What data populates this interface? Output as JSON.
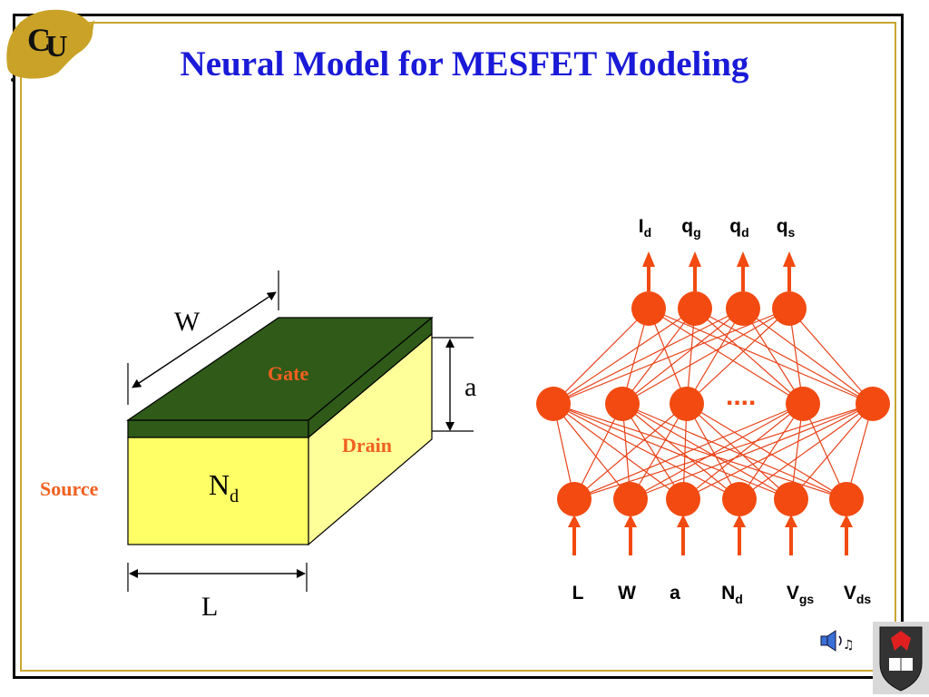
{
  "slide": {
    "title": "Neural Model for MESFET Modeling"
  },
  "device": {
    "w_label": "W",
    "l_label": "L",
    "a_label": "a",
    "gate_label": "Gate",
    "drain_label": "Drain",
    "source_label": "Source",
    "nd_main": "N",
    "nd_sub": "d"
  },
  "network": {
    "outputs": [
      {
        "main": "I",
        "sub": "d"
      },
      {
        "main": "q",
        "sub": "g"
      },
      {
        "main": "q",
        "sub": "d"
      },
      {
        "main": "q",
        "sub": "s"
      }
    ],
    "inputs": [
      {
        "main": "L",
        "sub": ""
      },
      {
        "main": "W",
        "sub": ""
      },
      {
        "main": "a",
        "sub": ""
      },
      {
        "main": "N",
        "sub": "d"
      },
      {
        "main": "V",
        "sub": "gs"
      },
      {
        "main": "V",
        "sub": "ds"
      }
    ],
    "hidden_ellipsis": "....",
    "node_color": "#f24a10",
    "line_color": "#e8431a"
  },
  "colors": {
    "title": "#1a1ad8",
    "gate_top": "#2f5a18",
    "body_front": "#ffff66",
    "body_side": "#ffff99",
    "label_orange": "#f06020",
    "frame_gold": "#c8a630"
  },
  "icons": {
    "logo": "cu-buffalo-logo",
    "speaker": "speaker-icon",
    "crest": "university-crest-icon"
  }
}
